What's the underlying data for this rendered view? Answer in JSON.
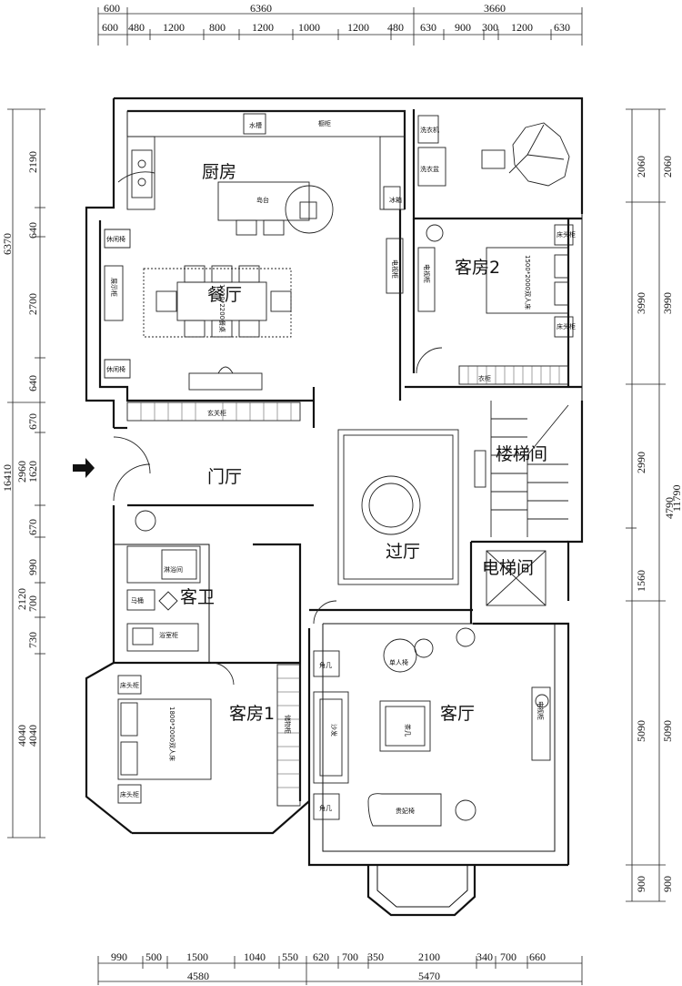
{
  "dimensions": {
    "top_row1": [
      "600",
      "6360",
      "3660"
    ],
    "top_row2": [
      "600",
      "480",
      "1200",
      "800",
      "1200",
      "1000",
      "1200",
      "480",
      "630",
      "900",
      "300",
      "1200",
      "630"
    ],
    "left_row1": [
      "6370",
      "16410"
    ],
    "left_row2": [
      "2190",
      "640",
      "2700",
      "640",
      "670",
      "1620",
      "2960",
      "670",
      "990",
      "700",
      "2120",
      "730",
      "4040"
    ],
    "right_row1": [
      "2060",
      "3990",
      "2990",
      "1560",
      "4790",
      "5090",
      "900"
    ],
    "right_row2": [
      "2060",
      "3990",
      "5090",
      "900"
    ],
    "right_partial": "11790",
    "bottom_row1": [
      "990",
      "500",
      "1500",
      "1040",
      "550",
      "620",
      "700",
      "350",
      "2100",
      "340",
      "700",
      "660"
    ],
    "bottom_row2": [
      "4580",
      "5470"
    ]
  },
  "rooms": {
    "kitchen": "厨房",
    "dining": "餐厅",
    "guest_room_2": "客房2",
    "stairwell": "楼梯间",
    "entry_hall": "门厅",
    "passage_hall": "过厅",
    "elevator": "电梯间",
    "guest_bath": "客卫",
    "guest_room_1": "客房1",
    "living_room": "客厅"
  },
  "labels": {
    "sink": "水槽",
    "cabinet": "橱柜",
    "island": "岛台",
    "fridge": "冰箱",
    "laundry": "洗衣机",
    "wash_basin": "洗衣盆",
    "lounge_chair_1": "休闲椅",
    "lounge_chair_2": "休闲椅",
    "display_cabinet": "展示柜",
    "dining_table": "1000*2200餐桌",
    "tv_cabinet_1": "电视柜",
    "shoe_cabinet": "玄关柜",
    "bed_1500": "1500*2000双人床",
    "wardrobe": "衣柜",
    "side_table": "床头柜",
    "shower": "淋浴间",
    "toilet": "马桶",
    "vanity": "浴室柜",
    "bed_1800": "1800*2000双人床",
    "storage_cabinet": "储物柜",
    "single_chair": "单人椅",
    "corner_table_1": "角几",
    "corner_table_2": "角几",
    "sofa": "沙发",
    "tea_table": "茶几",
    "chaise": "贵妃椅",
    "tv_cabinet_2": "电视柜"
  }
}
